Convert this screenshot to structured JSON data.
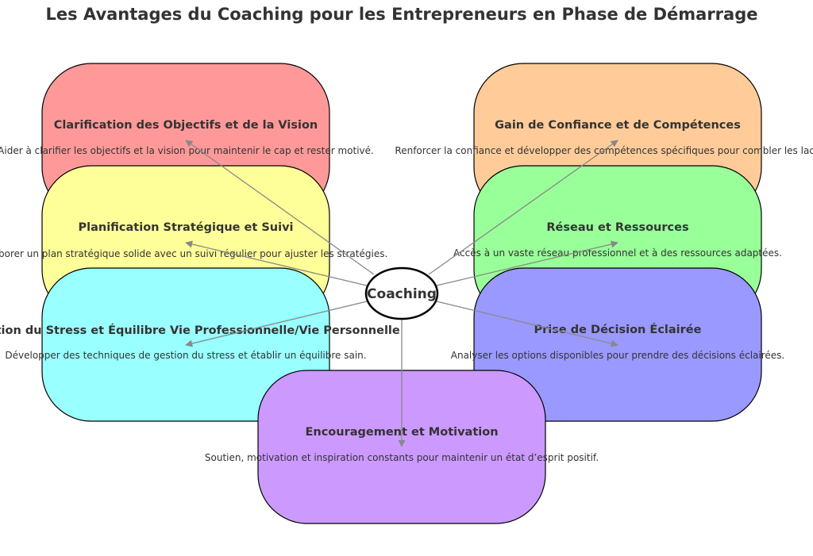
{
  "title": "Les Avantages du Coaching pour les Entrepreneurs en Phase de Démarrage",
  "center": {
    "label": "Coaching"
  },
  "nodes": [
    {
      "id": "clarification",
      "title": "Clarification des Objectifs et de la Vision",
      "description": "Aider à clarifier les objectifs et la vision pour maintenir le cap et rester motivé.",
      "color": "#ff9999"
    },
    {
      "id": "confiance",
      "title": "Gain de Confiance et de Compétences",
      "description": "Renforcer la confiance et développer des compétences spécifiques pour combler les lacunes.",
      "color": "#ffcc99"
    },
    {
      "id": "planification",
      "title": "Planification Stratégique et Suivi",
      "description": "Élaborer un plan stratégique solide avec un suivi régulier pour ajuster les stratégies.",
      "color": "#ffff99"
    },
    {
      "id": "reseau",
      "title": "Réseau et Ressources",
      "description": "Accès à un vaste réseau professionnel et à des ressources adaptées.",
      "color": "#99ff99"
    },
    {
      "id": "stress",
      "title": "Gestion du Stress et Équilibre Vie Professionnelle/Vie Personnelle",
      "description": "Développer des techniques de gestion du stress et établir un équilibre sain.",
      "color": "#99ffff"
    },
    {
      "id": "decision",
      "title": "Prise de Décision Éclairée",
      "description": "Analyser les options disponibles pour prendre des décisions éclairées.",
      "color": "#9999ff"
    },
    {
      "id": "encouragement",
      "title": "Encouragement et Motivation",
      "description": "Soutien, motivation et inspiration constants pour maintenir un état d’esprit positif.",
      "color": "#cc99ff"
    }
  ]
}
